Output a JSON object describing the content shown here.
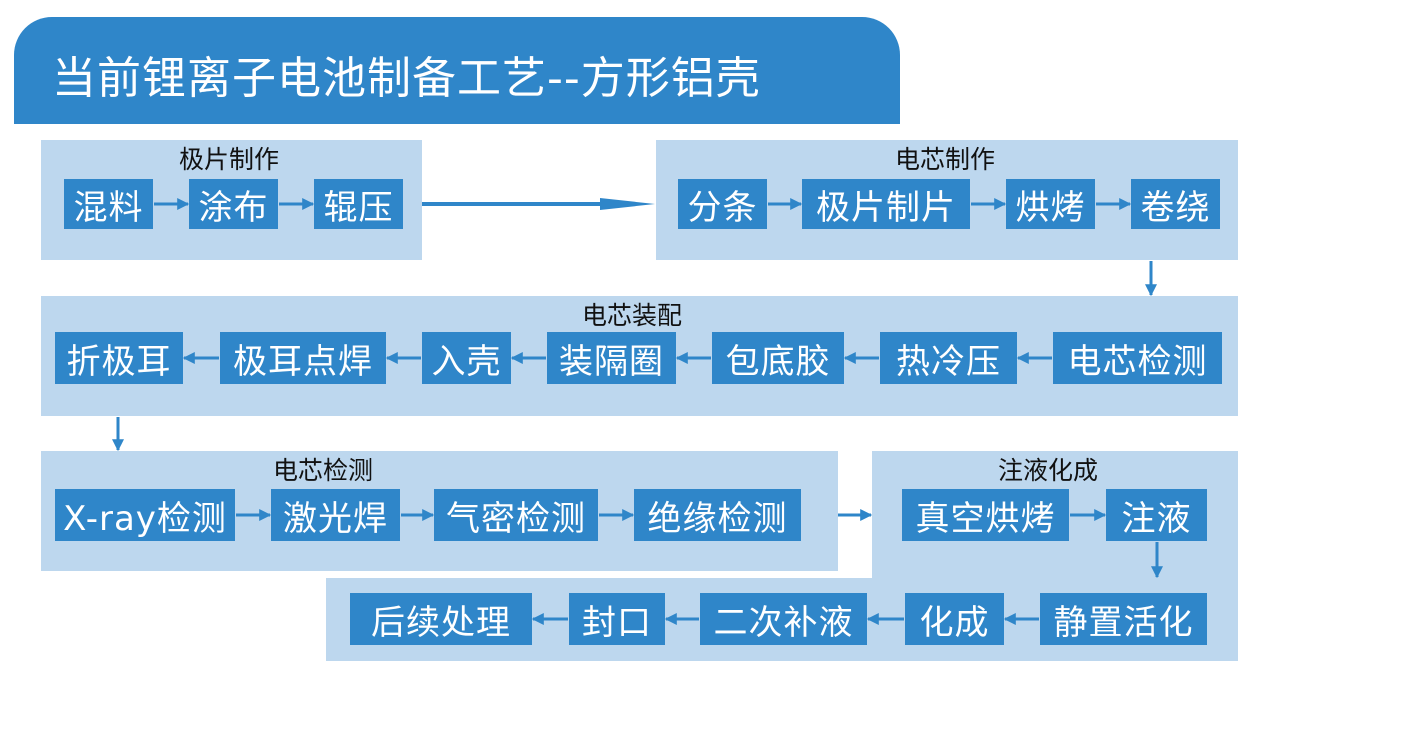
{
  "title": "当前锂离子电池制备工艺--方形铝壳",
  "colors": {
    "header": "#2f86c9",
    "panel": "#bdd7ee",
    "box": "#2f86c9",
    "arrow": "#2f86c9"
  },
  "sections": {
    "electrode": {
      "label": "极片制作",
      "steps": [
        "混料",
        "涂布",
        "辊压"
      ]
    },
    "cell_making": {
      "label": "电芯制作",
      "steps": [
        "分条",
        "极片制片",
        "烘烤",
        "卷绕"
      ]
    },
    "cell_assembly": {
      "label": "电芯装配",
      "steps": [
        "折极耳",
        "极耳点焊",
        "入壳",
        "装隔圈",
        "包底胶",
        "热冷压",
        "电芯检测"
      ]
    },
    "cell_test": {
      "label": "电芯检测",
      "steps": [
        "X-ray检测",
        "激光焊",
        "气密检测",
        "绝缘检测"
      ]
    },
    "formation": {
      "label": "注液化成",
      "steps": [
        "真空烘烤",
        "注液",
        "静置活化",
        "化成"
      ]
    },
    "final": {
      "steps": [
        "后续处理",
        "封口",
        "二次补液"
      ]
    }
  }
}
